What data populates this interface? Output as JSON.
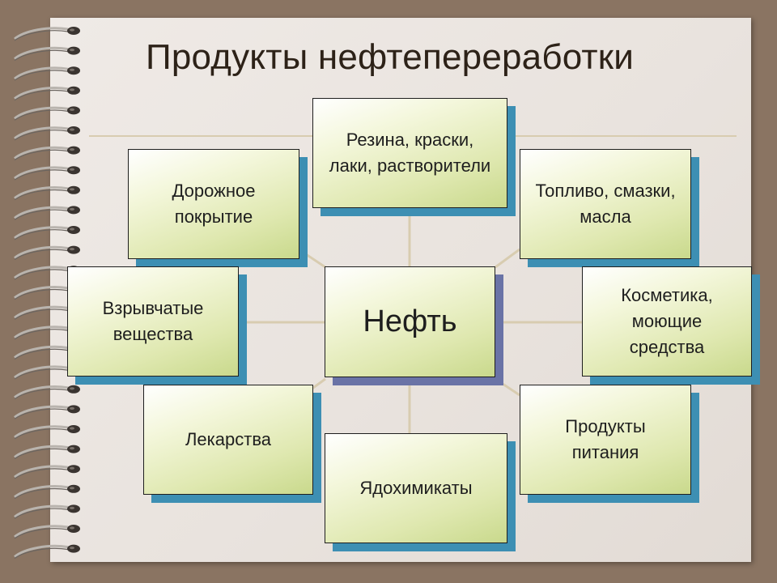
{
  "title": "Продукты нефтепереработки",
  "center": "Нефть",
  "products": [
    "Резина, краски,\nлаки, растворители",
    "Топливо, смазки,\nмасла",
    "Дорожное\nпокрытие",
    "Взрывчатые\nвещества",
    "Косметика,\nмоющие\nсредства",
    "Лекарства",
    "Продукты\nпитания",
    "Ядохимикаты"
  ],
  "colors": {
    "box_fill": "#dfe8b0",
    "box_shadow": "#3d8fb3",
    "center_shadow": "#6a73a6",
    "connector": "#d8ccb0",
    "background": "#8a7462"
  }
}
